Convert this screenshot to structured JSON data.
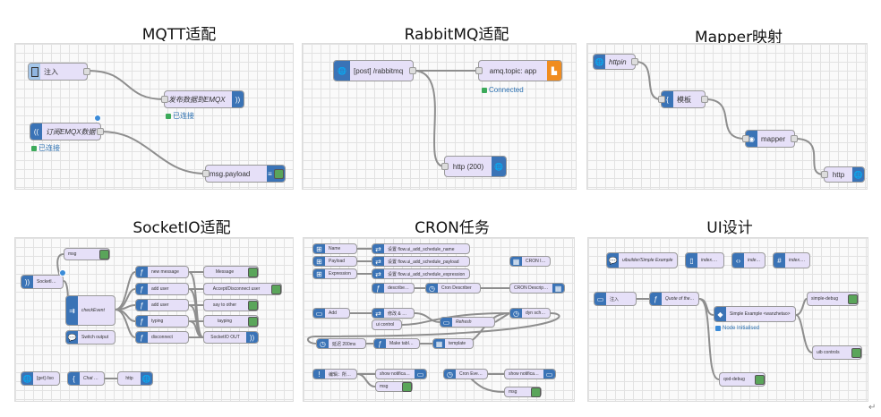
{
  "titles": {
    "mqtt": "MQTT适配",
    "rabbitmq": "RabbitMQ适配",
    "mapper": "Mapper映射",
    "socketio": "SocketIO适配",
    "cron": "CRON任务",
    "ui": "UI设计"
  },
  "mqtt": {
    "inject": "注入",
    "publish": "发布数据到EMQX",
    "subscribe": "订阅EMQX数据",
    "debug": "msg.payload",
    "status_connected": "已连接"
  },
  "rabbitmq": {
    "http_in": "[post] /rabbitmq",
    "amq": "amq.topic: app",
    "status": "Connected",
    "http_out": "http (200)"
  },
  "mapper": {
    "httpin": "httpin",
    "template": "模板",
    "mapper": "mapper",
    "http": "http"
  },
  "socketio": {
    "msg": "msg",
    "socketio_in": "SocketIO IN",
    "check_event": "checkEvent",
    "switch_output": "Switch output",
    "new_message": "new message",
    "add_user_1": "add user",
    "add_user_2": "add user",
    "typing": "typing",
    "disconnect": "disconnect",
    "message": "Message",
    "accept": "Accept/Disconnect user",
    "say_to_other": "say to other",
    "tayping": "tayping",
    "socketio_out": "SocketIO OUT",
    "get_iso": "[get] /iso",
    "chat_page": "Chat page",
    "http": "http"
  },
  "cron": {
    "name": "Name",
    "payload": "Payload",
    "expression": "Expression",
    "set_name": "设置 flow.ui_add_schedule_name",
    "set_payload": "设置 flow.ui_add_schedule_payload",
    "set_expression": "设置 flow.ui_add_schedule_expression",
    "cron_info": "CRON Info",
    "describe_cmd": "describe cmd",
    "cron_describer": "Cron Describer",
    "cron_description": "CRON Description",
    "add": "Add",
    "modify": "修改 & 删除组",
    "refresh": "Refresh",
    "dyn_schedules": "dyn schedules",
    "ui_control": "ui control",
    "delay": "延迟 200ms",
    "make_table": "Make table data",
    "template": "template",
    "edit_all": "编辑：所有节点",
    "show_notification_1": "show notification",
    "msg": "msg",
    "cron_events": "Cron Events",
    "show_notification_2": "show notification",
    "msg2": "msg"
  },
  "ui": {
    "uibuilder": "uibuilder/Simple Example",
    "index_html": "index.html",
    "index_js": "index.js",
    "index_css": "index.css",
    "inject": "注入",
    "quote": "Quote of the day",
    "simple_example": "Simple Example <wanzhetao>",
    "simple_debug": "simple-debug",
    "node_status": "Node Initialised",
    "uib_controls": "uib controls",
    "qod_debug": "qod-debug"
  },
  "colors": {
    "node_fill": "#e6e0f8",
    "icon_blue": "#3a73b6",
    "wire": "#8e8e8e",
    "grid": "#e2e2e2"
  }
}
